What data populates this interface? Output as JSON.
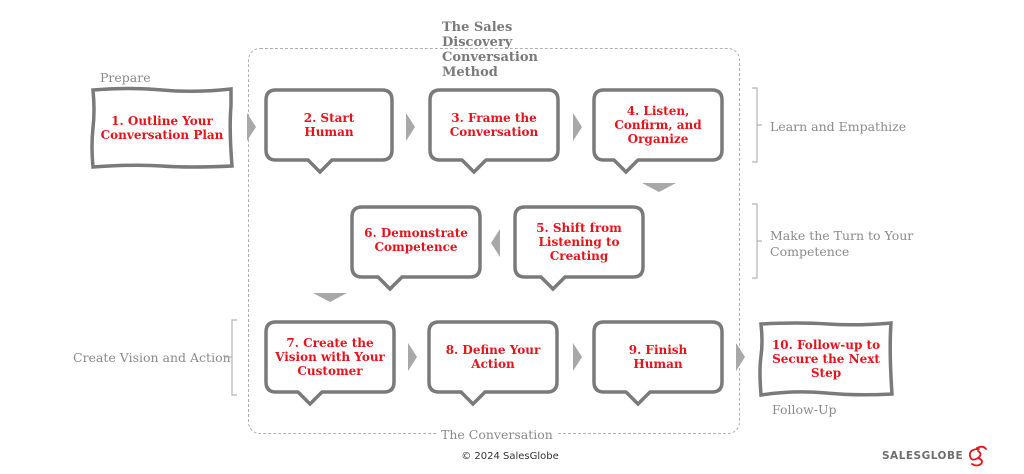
{
  "title": "The Sales Discovery Conversation Method",
  "container_label": "The Conversation",
  "phases": {
    "prepare": "Prepare",
    "learn": "Learn and Empathize",
    "turn": "Make the Turn to Your Competence",
    "vision": "Create Vision and Action",
    "followup": "Follow-Up"
  },
  "steps": [
    {
      "label": "1. Outline Your Conversation Plan",
      "shape": "sketch-box"
    },
    {
      "label": "2. Start Human",
      "shape": "speech-bubble"
    },
    {
      "label": "3. Frame the Conversation",
      "shape": "speech-bubble"
    },
    {
      "label": "4. Listen, Confirm, and Organize",
      "shape": "speech-bubble"
    },
    {
      "label": "5. Shift from Listening to Creating",
      "shape": "speech-bubble"
    },
    {
      "label": "6. Demonstrate Competence",
      "shape": "speech-bubble"
    },
    {
      "label": "7. Create the Vision with Your Customer",
      "shape": "speech-bubble"
    },
    {
      "label": "8. Define Your Action",
      "shape": "speech-bubble"
    },
    {
      "label": "9. Finish Human",
      "shape": "speech-bubble"
    },
    {
      "label": "10. Follow-up to Secure the Next Step",
      "shape": "sketch-box"
    }
  ],
  "footer": "© 2024 SalesGlobe",
  "logo": {
    "text": "SALESGLOBE",
    "icon": "swirl-g-logo-icon"
  },
  "colors": {
    "step_text": "#e8121a",
    "outline": "#7a7a7a",
    "arrow": "#a8a8a8",
    "phase_text": "#8a8a8a"
  }
}
